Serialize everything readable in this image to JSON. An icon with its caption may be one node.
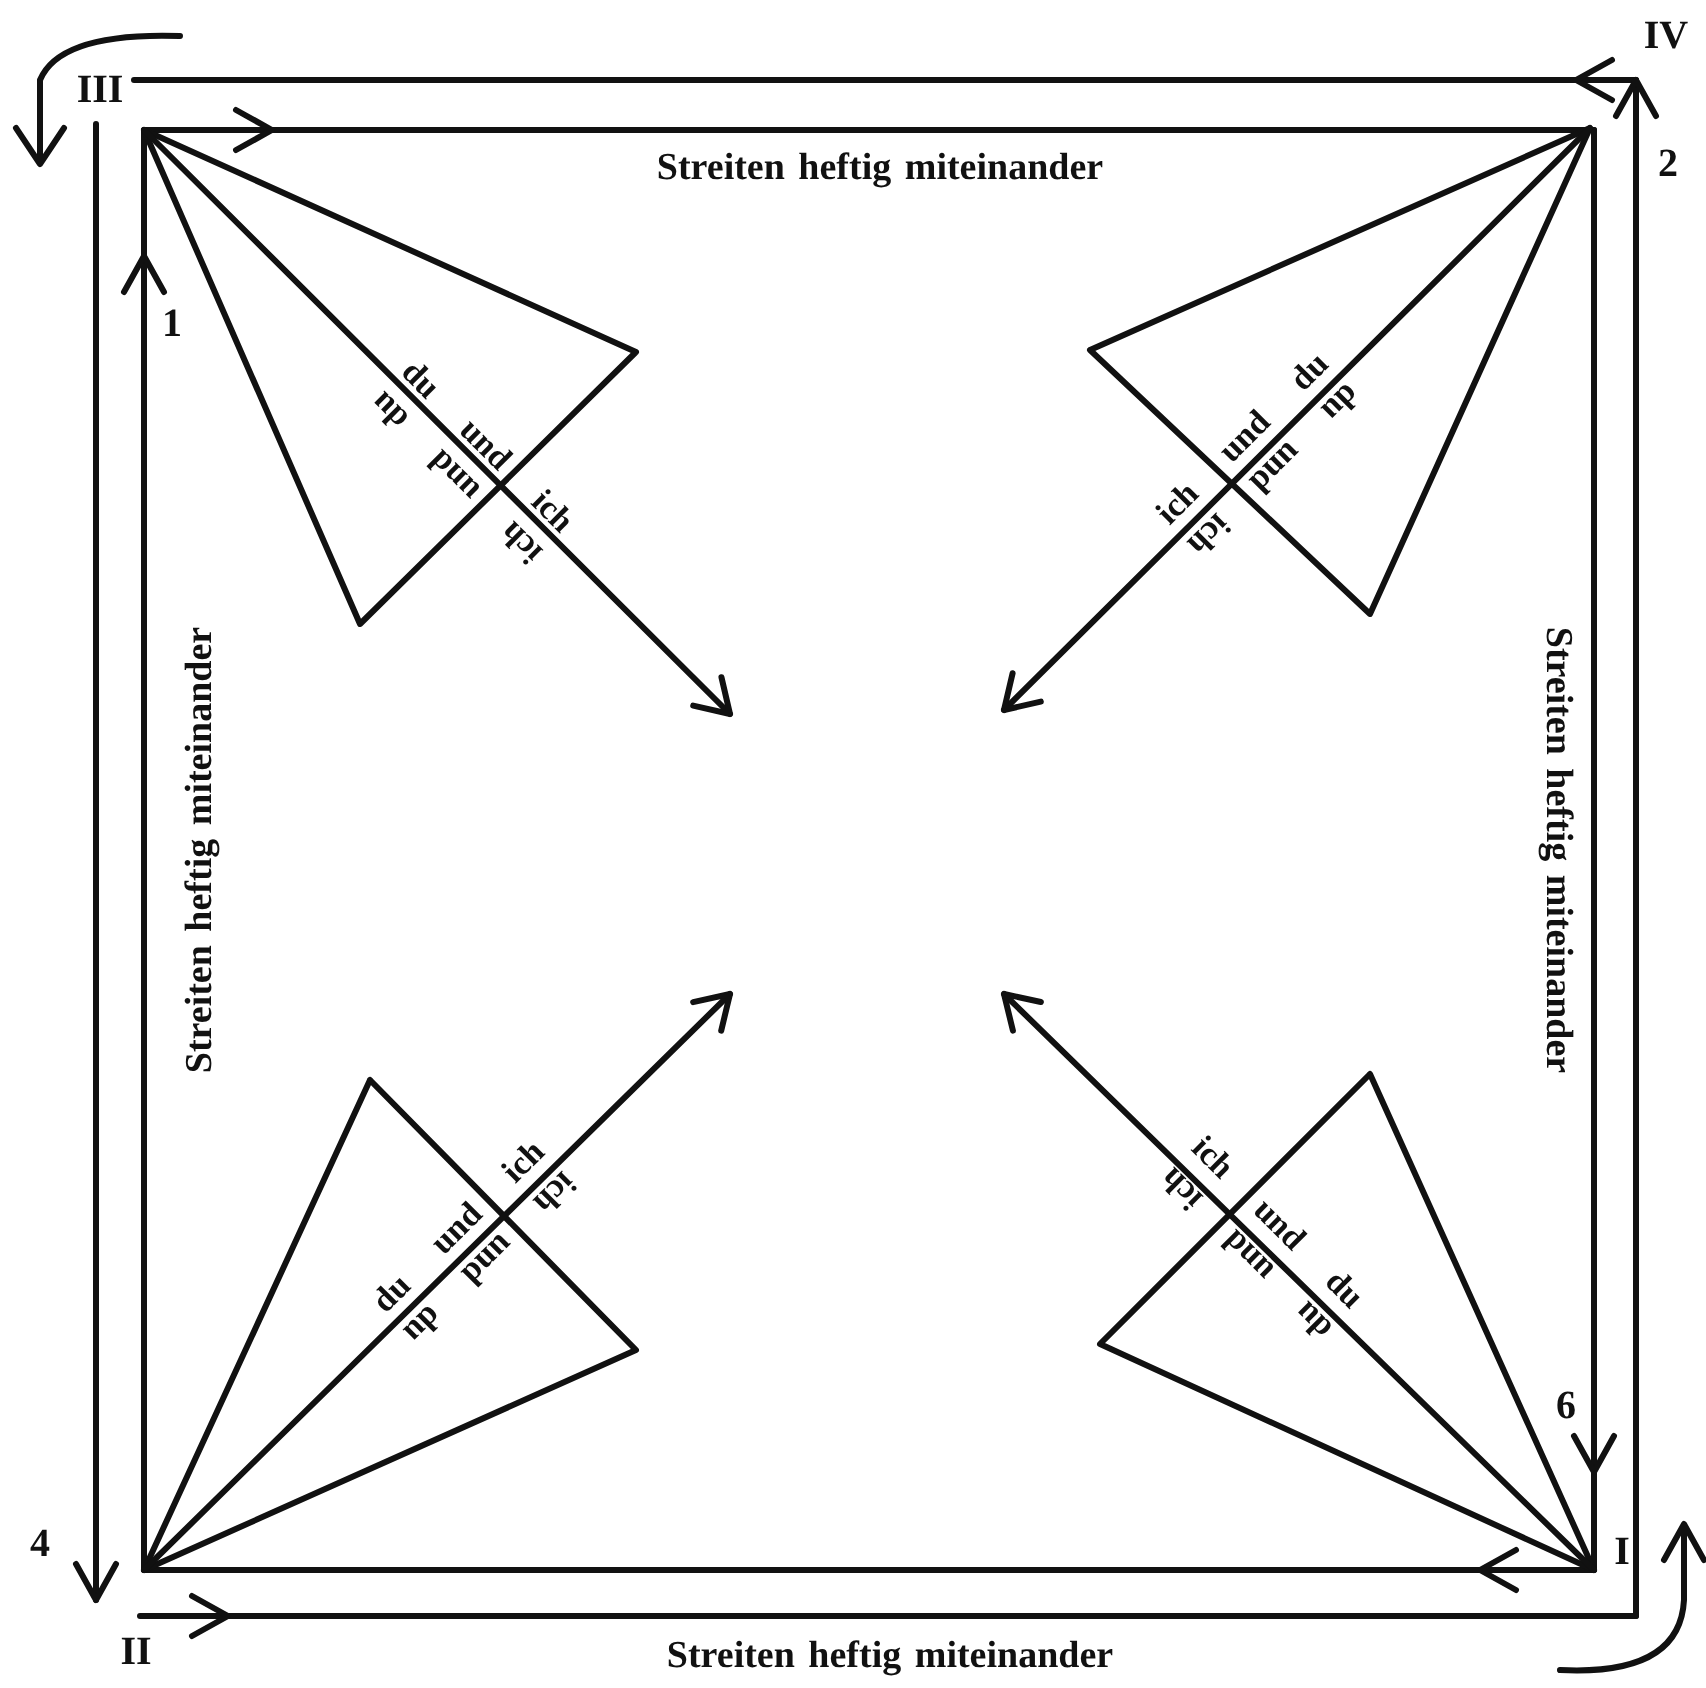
{
  "diagram": {
    "labels": [
      "III",
      "IV",
      "Streiten heftig miteinander",
      "2",
      "1",
      "du und ich",
      "ich und du",
      "ich und du",
      "du und ich",
      "Streiten heftig miteinander",
      "Streiten heftig miteinander",
      "du und ich",
      "ich und du",
      "ich und du",
      "du und ich",
      "6",
      "4",
      "I",
      "II",
      "Streiten heftig miteinander"
    ]
  }
}
